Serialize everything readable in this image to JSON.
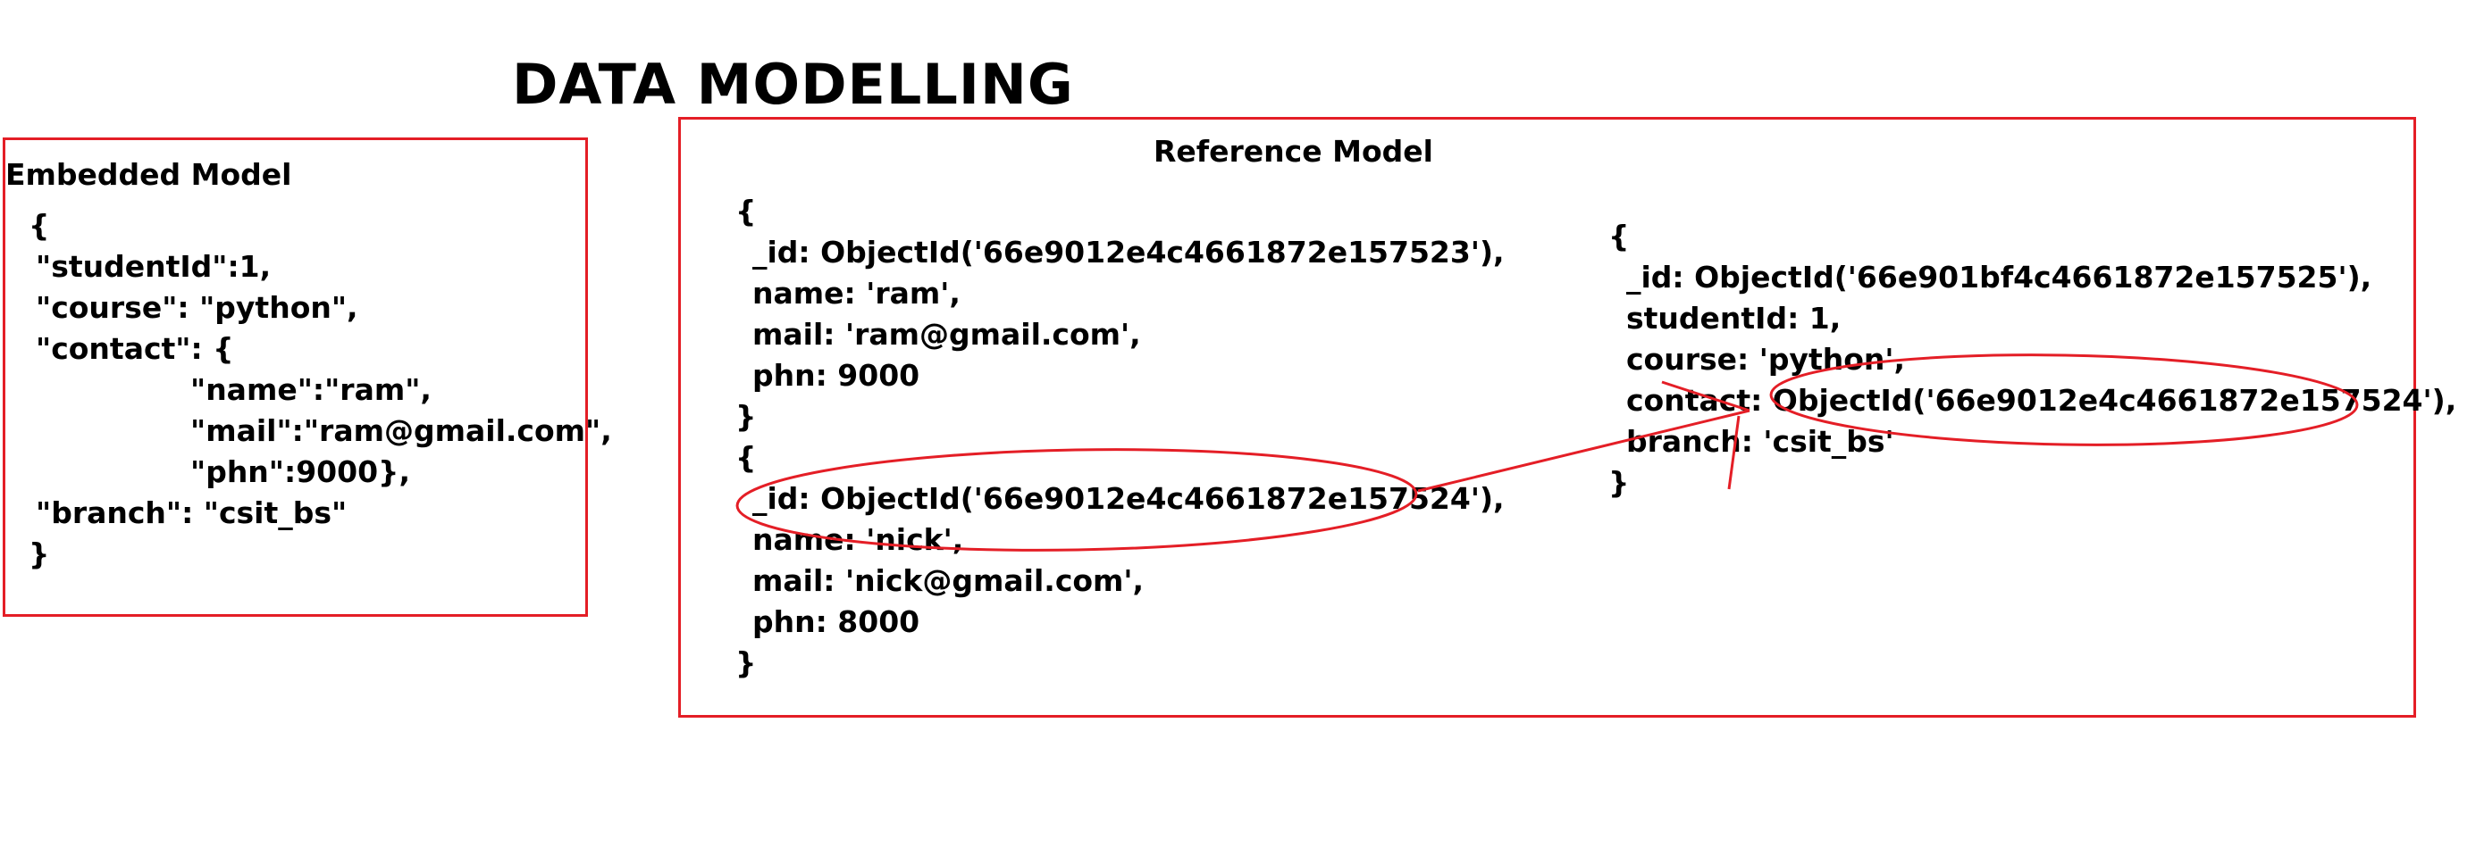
{
  "title": "DATA MODELLING",
  "embedded": {
    "heading": "Embedded Model",
    "lines": [
      "{",
      "\"studentId\":1,",
      "\"course\": \"python\",",
      "\"contact\": {",
      "\"name\":\"ram\",",
      "\"mail\":\"ram@gmail.com\",",
      "\"phn\":9000},",
      "\"branch\": \"csit_bs\"",
      "}"
    ]
  },
  "reference": {
    "heading": "Reference Model",
    "contacts_lines": [
      "{",
      "_id: ObjectId('66e9012e4c4661872e157523'),",
      "name: 'ram',",
      "mail: 'ram@gmail.com',",
      "phn: 9000",
      "}",
      "{",
      "_id: ObjectId('66e9012e4c4661872e157524'),",
      "name: 'nick',",
      "mail: 'nick@gmail.com',",
      "phn: 8000",
      "}"
    ],
    "student_lines": [
      "{",
      "_id: ObjectId('66e901bf4c4661872e157525'),",
      "studentId: 1,",
      "course: 'python',",
      "contact: ObjectId('66e9012e4c4661872e157524'),",
      "branch: 'csit_bs'",
      "}"
    ]
  },
  "colors": {
    "accent": "#e41e26",
    "text": "#000000",
    "background": "#ffffff"
  }
}
